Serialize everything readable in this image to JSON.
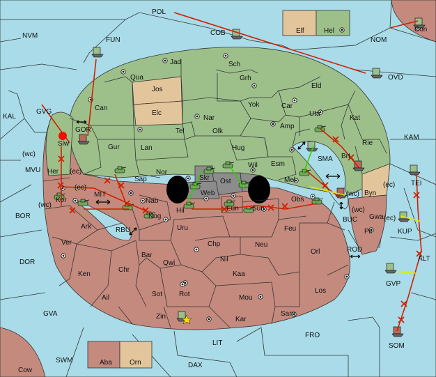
{
  "colors": {
    "sea": "#a9dbe8",
    "green_power": "#9dc08b",
    "red_power": "#c48a7e",
    "neutral": "#e3c59b",
    "move_arrow": "#cc2200",
    "support_arrow": "#33cc00",
    "convoy_arrow": "#e8e800"
  },
  "labels": {
    "pol": "POL",
    "nvm": "NVM",
    "fun": "FUN",
    "cob": "COB",
    "nom": "NOM",
    "ovd": "OVD",
    "con": "Con",
    "kal": "KAL",
    "gvg": "GVG",
    "gor": "GOR",
    "kam": "KAM",
    "mvu": "MVU",
    "bor": "BOR",
    "dor": "DOR",
    "gva": "GVA",
    "swm": "SWM",
    "cow": "Cow",
    "lit": "LIT",
    "dax": "DAX",
    "fro": "FRO",
    "som": "SOM",
    "gvp": "GVP",
    "alt": "ALT",
    "kup": "KUP",
    "tei": "TEI",
    "buc": "BUC",
    "rod": "ROD",
    "sma": "SMA",
    "mit": "MIT",
    "rbu": "RBU",
    "jad": "Jad",
    "sch": "Sch",
    "qua": "Qua",
    "jos": "Jos",
    "grh": "Grh",
    "eld": "Eld",
    "can": "Can",
    "elc": "Elc",
    "nar": "Nar",
    "yok": "Yok",
    "car": "Car",
    "uta": "Uta",
    "kat": "Kat",
    "tel": "Tel",
    "olk": "Olk",
    "amp": "Amp",
    "gur": "Gur",
    "lan": "Lan",
    "hug": "Hug",
    "rie": "Rie",
    "brt": "Brt",
    "slw": "Slw",
    "wil": "Wil",
    "esm": "Esm",
    "nor": "Nor",
    "her": "Her",
    "sap": "Sap",
    "skr": "Skr",
    "ost": "Ost",
    "mel": "Mel",
    "web": "Web",
    "byn": "Byn",
    "kor": "Kor",
    "nab": "Nab",
    "hil": "Hil",
    "eun": "Eun",
    "sun": "Sun",
    "obs": "Obs",
    "gwa": "Gwa",
    "ark": "Ark",
    "nog": "Nog",
    "uru": "Uru",
    "feu": "Feu",
    "pir": "Pir",
    "ver": "Ver",
    "chp": "Chp",
    "neu": "Neu",
    "orl": "Orl",
    "bar": "Bar",
    "qwi": "Qwi",
    "nil": "Nil",
    "ken": "Ken",
    "chr": "Chr",
    "kaa": "Kaa",
    "ail": "Ail",
    "sot": "Sot",
    "rot": "Rot",
    "mou": "Mou",
    "los": "Los",
    "zin": "Zin",
    "kar": "Kar",
    "sam": "Sam",
    "elf": "Elf",
    "hel": "Hel",
    "aba": "Aba",
    "orn": "Orn",
    "wc": "(wc)",
    "ec": "(ec)"
  },
  "legend_top": [
    {
      "name": "Elf",
      "owner": "neutral"
    },
    {
      "name": "Hel",
      "owner": "green_power"
    }
  ],
  "legend_bottom": [
    {
      "name": "Aba",
      "owner": "red_power"
    },
    {
      "name": "Orn",
      "owner": "neutral"
    }
  ]
}
